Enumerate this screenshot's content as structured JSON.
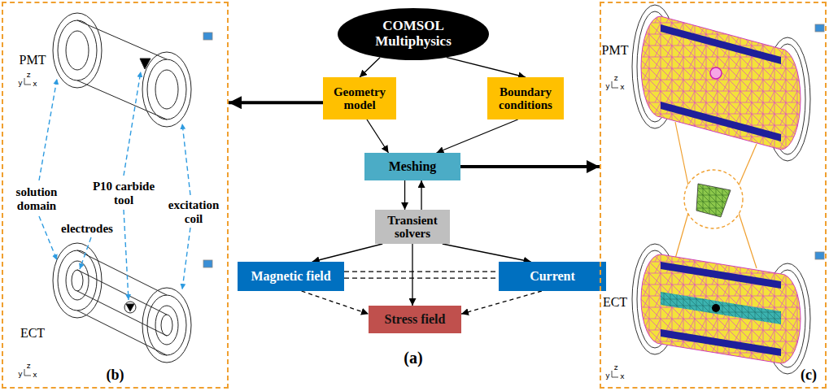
{
  "diagram": {
    "nodes": [
      {
        "text": [
          "(b)"
        ]
      },
      {
        "text": [
          "COMSOL Multiphysics"
        ]
      },
      {
        "text": [
          "Geometry model"
        ]
      },
      {
        "text": [
          "Boundary conditions"
        ]
      },
      {
        "text": [
          "Meshing"
        ]
      },
      {
        "text": [
          "Transient solvers"
        ]
      },
      {
        "text": [
          "Magnetic field"
        ]
      },
      {
        "text": [
          "Current"
        ]
      },
      {
        "text": [
          "Stress field"
        ]
      },
      {
        "text": [
          "(c)"
        ]
      }
    ],
    "edges": [
      {
        "from": 1,
        "to": 2,
        "arrow": "to"
      },
      {
        "from": 1,
        "to": 3,
        "arrow": "to"
      },
      {
        "from": 2,
        "to": 4,
        "arrow": "to"
      },
      {
        "from": 3,
        "to": 4,
        "arrow": "to"
      },
      {
        "from": 4,
        "to": 5,
        "arrow": "to"
      },
      {
        "from": 5,
        "to": 4,
        "arrow": "to"
      },
      {
        "from": 5,
        "to": 6,
        "arrow": "to"
      },
      {
        "from": 5,
        "to": 7,
        "arrow": "to"
      },
      {
        "from": 5,
        "to": 8,
        "arrow": "to"
      },
      {
        "from": 6,
        "to": 8,
        "arrow": "to"
      },
      {
        "from": 7,
        "to": 8,
        "arrow": "to"
      },
      {
        "from": 6,
        "to": 7,
        "arrow": "none"
      },
      {
        "from": 2,
        "to": 0,
        "arrow": "to"
      },
      {
        "from": 4,
        "to": 9,
        "arrow": "to"
      }
    ],
    "labels": [
      "PMT",
      "P10 carbide tool",
      "solution domain",
      "electrodes",
      "excitation coil",
      "ECT",
      "y",
      "z",
      "x",
      "y",
      "z",
      "x",
      "(a)",
      "PMT",
      "ECT",
      "y",
      "z",
      "x",
      "y",
      "z",
      "x"
    ]
  }
}
